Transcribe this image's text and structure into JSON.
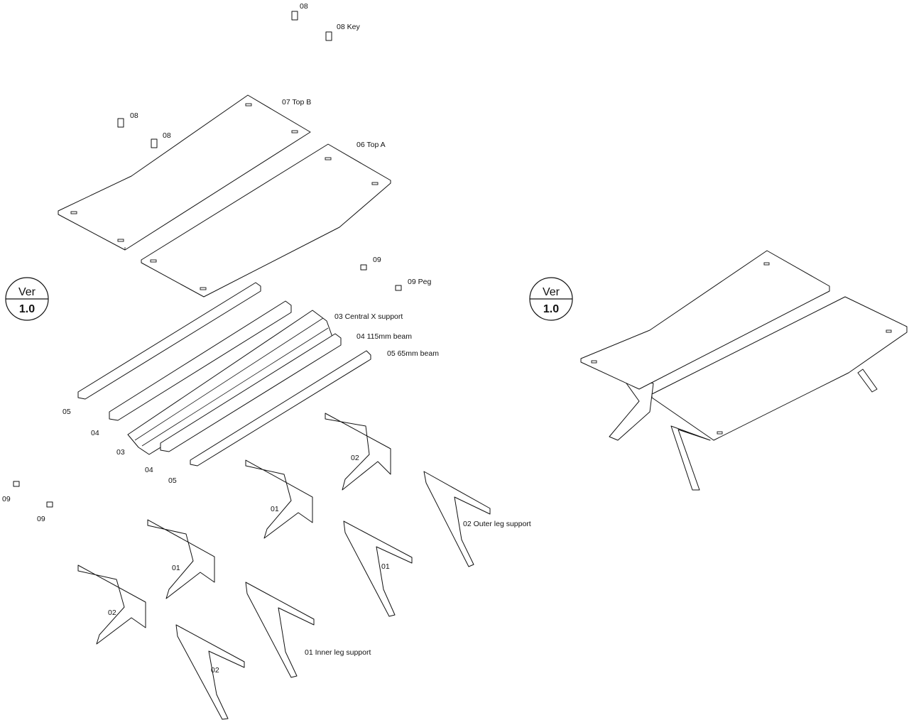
{
  "badges": [
    {
      "top": "Ver",
      "bottom": "1.0"
    },
    {
      "top": "Ver",
      "bottom": "1.0"
    }
  ],
  "labels": {
    "key_08a": "08",
    "key_08b": "08 Key",
    "top_b": "07 Top B",
    "key_08c": "08",
    "key_08d": "08",
    "top_a": "06 Top A",
    "peg_09a": "09",
    "peg_09b": "09 Peg",
    "central_x": "03 Central X support",
    "beam_115": "04 115mm beam",
    "beam_65": "05 65mm beam",
    "b05a": "05",
    "b04a": "04",
    "b03": "03",
    "b04b": "04",
    "b05b": "05",
    "leg02a": "02",
    "leg01a": "01",
    "outer_leg": "02 Outer leg support",
    "leg01b": "01",
    "leg01c": "01",
    "leg02b": "02",
    "inner_leg": "01 Inner leg support",
    "leg02c": "02",
    "peg_09c": "09",
    "peg_09d": "09"
  }
}
